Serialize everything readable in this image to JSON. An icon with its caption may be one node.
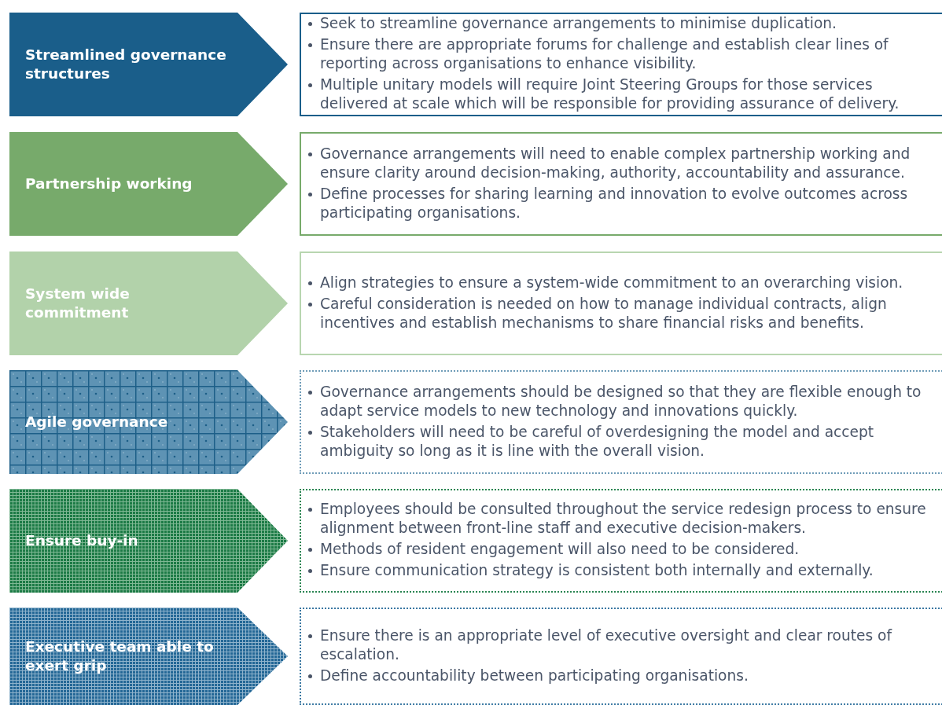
{
  "diagram": {
    "nodes": [
      {
        "text": [
          "Streamlined governance structures"
        ]
      },
      {
        "text": [
          "Seek to streamline governance arrangements to minimise duplication.",
          "Ensure there are appropriate forums for challenge and establish clear lines of reporting across organisations to enhance visibility.",
          "Multiple unitary models will require Joint Steering Groups for those services delivered at scale which will be responsible for providing assurance of delivery."
        ]
      },
      {
        "text": [
          "Partnership working"
        ]
      },
      {
        "text": [
          "Governance arrangements will need to enable complex partnership working and ensure clarity around decision-making, authority, accountability and assurance.",
          "Define processes for sharing learning and innovation to evolve outcomes across participating organisations."
        ]
      },
      {
        "text": [
          "System wide commitment"
        ]
      },
      {
        "text": [
          "Align strategies to ensure a system-wide commitment to an overarching vision.",
          "Careful consideration is needed on how to manage individual contracts, align incentives and establish mechanisms to share financial risks and benefits."
        ]
      },
      {
        "text": [
          "Agile governance"
        ]
      },
      {
        "text": [
          "Governance arrangements should be designed so that they are flexible enough to adapt service models to new technology and innovations quickly.",
          "Stakeholders will need to be careful of overdesigning the model and accept ambiguity so long as it is line with the overall vision."
        ]
      },
      {
        "text": [
          "Ensure buy-in"
        ]
      },
      {
        "text": [
          "Employees should be consulted throughout the service redesign process to ensure alignment between front-line staff and executive decision-makers.",
          "Methods of resident engagement will also need to be considered.",
          "Ensure communication strategy is consistent both internally and externally."
        ]
      },
      {
        "text": [
          "Executive team able to exert grip"
        ]
      },
      {
        "text": [
          "Ensure there is an appropriate level of executive oversight and clear routes of escalation.",
          "Define accountability between participating organisations."
        ]
      }
    ],
    "edges": []
  }
}
